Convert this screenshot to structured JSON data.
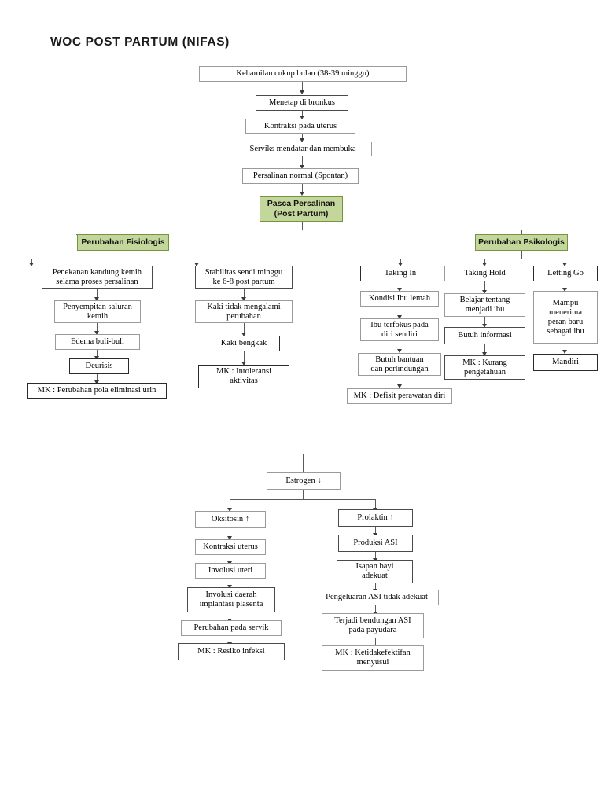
{
  "title": "WOC POST PARTUM (NIFAS)",
  "theme": {
    "green_fill": "#c3d69b",
    "green_border": "#77933c",
    "box_border": "#9a9a9a",
    "line_color": "#5a5a5a",
    "text_color": "#000000"
  },
  "chart_data": {
    "type": "diagram",
    "title": "WOC POST PARTUM (NIFAS)",
    "nodes": [
      {
        "id": "n1",
        "label": "Kehamilan cukup bulan (38-39 minggu)"
      },
      {
        "id": "n2",
        "label": "Menetap di bronkus"
      },
      {
        "id": "n3",
        "label": "Kontraksi pada uterus"
      },
      {
        "id": "n4",
        "label": "Serviks mendatar dan membuka"
      },
      {
        "id": "n5",
        "label": "Persalinan normal (Spontan)"
      },
      {
        "id": "n6",
        "label": "Pasca Persalinan (Post Partum)",
        "style": "green"
      },
      {
        "id": "n7",
        "label": "Perubahan Fisiologis",
        "style": "green"
      },
      {
        "id": "n8",
        "label": "Perubahan Psikologis",
        "style": "green"
      }
    ],
    "edges": [
      {
        "from": "n1",
        "to": "n2"
      },
      {
        "from": "n2",
        "to": "n3"
      },
      {
        "from": "n3",
        "to": "n4"
      },
      {
        "from": "n4",
        "to": "n5"
      },
      {
        "from": "n5",
        "to": "n6"
      },
      {
        "from": "n6",
        "to": "n7"
      },
      {
        "from": "n6",
        "to": "n8"
      }
    ]
  },
  "top_chain": [
    {
      "label": "Kehamilan cukup bulan (38-39 minggu)"
    },
    {
      "label": "Menetap di bronkus"
    },
    {
      "label": "Kontraksi pada uterus"
    },
    {
      "label": "Serviks mendatar dan membuka"
    },
    {
      "label": "Persalinan normal (Spontan)"
    }
  ],
  "pasca": {
    "line1": "Pasca Persalinan",
    "line2": "(Post Partum)"
  },
  "branches": {
    "fisiologis": "Perubahan Fisiologis",
    "psikologis": "Perubahan Psikologis"
  },
  "fisiologis_col1": [
    {
      "l1": "Penekanan kandung kemih",
      "l2": "selama proses persalinan"
    },
    {
      "l1": "Penyempitan saluran",
      "l2": "kemih"
    },
    {
      "l1": "Edema buli-buli",
      "l2": ""
    },
    {
      "l1": "Deurisis",
      "l2": ""
    },
    {
      "l1": "MK : Perubahan pola eliminasi urin",
      "l2": ""
    }
  ],
  "fisiologis_col2": [
    {
      "l1": "Stabilitas sendi minggu",
      "l2": "ke 6-8 post partum"
    },
    {
      "l1": "Kaki tidak mengalami",
      "l2": "perubahan"
    },
    {
      "l1": "Kaki bengkak",
      "l2": ""
    },
    {
      "l1": "MK : Intoleransi",
      "l2": "aktivitas"
    }
  ],
  "psikologis": {
    "taking_in": {
      "head": "Taking In",
      "items": [
        {
          "l1": "Kondisi Ibu lemah",
          "l2": ""
        },
        {
          "l1": "Ibu terfokus pada",
          "l2": "diri sendiri"
        },
        {
          "l1": "Butuh bantuan",
          "l2": "dan perlindungan"
        }
      ],
      "mk": "MK : Defisit perawatan diri"
    },
    "taking_hold": {
      "head": "Taking Hold",
      "items": [
        {
          "l1": "Belajar tentang",
          "l2": "menjadi ibu"
        },
        {
          "l1": "Butuh informasi",
          "l2": ""
        }
      ],
      "mk_l1": "MK : Kurang",
      "mk_l2": "pengetahuan"
    },
    "letting_go": {
      "head": "Letting Go",
      "items": [
        {
          "l1": "Mampu",
          "l2": "menerima",
          "l3": "peran baru",
          "l4": "sebagai ibu"
        },
        {
          "l1": "Mandiri",
          "l2": ""
        }
      ]
    }
  },
  "estrogen": {
    "label": "Estrogen ↓"
  },
  "oksitosin_chain": [
    {
      "l1": "Oksitosin ↑",
      "l2": ""
    },
    {
      "l1": "Kontraksi uterus",
      "l2": ""
    },
    {
      "l1": "Involusi uteri",
      "l2": ""
    },
    {
      "l1": "Involusi daerah",
      "l2": "implantasi plasenta"
    },
    {
      "l1": "Perubahan pada servik",
      "l2": ""
    },
    {
      "l1": "MK : Resiko infeksi",
      "l2": ""
    }
  ],
  "prolaktin_chain": [
    {
      "l1": "Prolaktin ↑",
      "l2": ""
    },
    {
      "l1": "Produksi ASI",
      "l2": ""
    },
    {
      "l1": "Isapan bayi",
      "l2": "adekuat"
    },
    {
      "l1": "Pengeluaran ASI tidak adekuat",
      "l2": ""
    },
    {
      "l1": "Terjadi bendungan ASI",
      "l2": "pada payudara"
    },
    {
      "l1": "MK : Ketidakefektifan",
      "l2": "menyusui"
    }
  ]
}
